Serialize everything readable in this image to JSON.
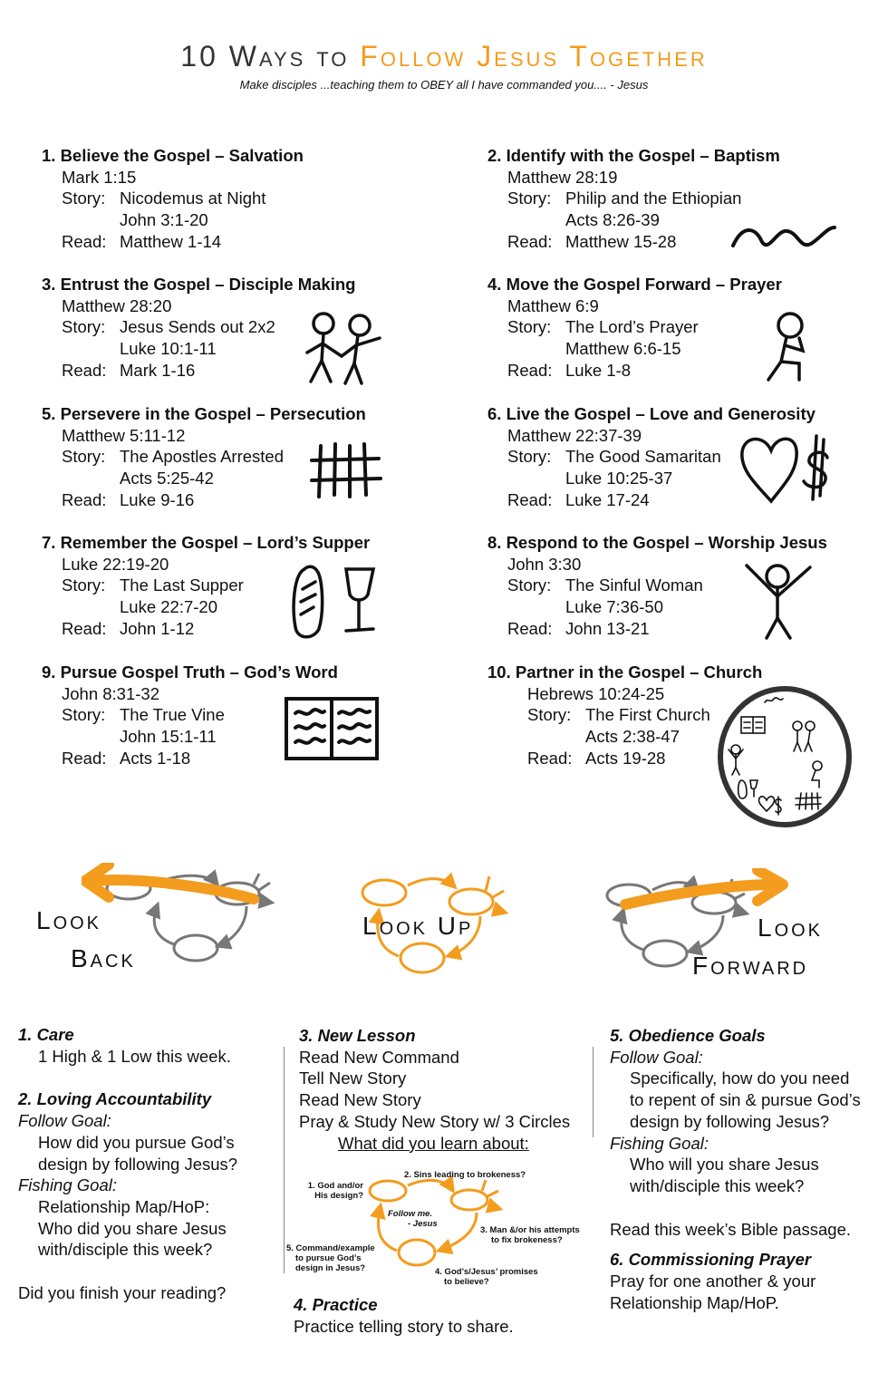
{
  "header": {
    "title_part1": "10 Ways to",
    "title_part2": "Follow Jesus Together",
    "subtitle": "Make disciples ...teaching them to OBEY all I have commanded you.... - Jesus"
  },
  "ways": [
    {
      "heading": "1. Believe the Gospel – Salvation",
      "ref": "Mark 1:15",
      "story_label": "Story:",
      "story": "Nicodemus at Night",
      "story_ref": "John 3:1-20",
      "read_label": "Read:",
      "read": "Matthew 1-14",
      "icon": "wave-icon"
    },
    {
      "heading": "2. Identify with the Gospel – Baptism",
      "ref": "Matthew 28:19",
      "story_label": "Story:",
      "story": "Philip and the Ethiopian",
      "story_ref": "Acts 8:26-39",
      "read_label": "Read:",
      "read": "Matthew 15-28",
      "icon": "wave-icon"
    },
    {
      "heading": "3. Entrust the Gospel – Disciple Making",
      "ref": "Matthew 28:20",
      "story_label": "Story:",
      "story": "Jesus Sends out 2x2",
      "story_ref": "Luke 10:1-11",
      "read_label": "Read:",
      "read": "Mark 1-16",
      "icon": "two-people-icon"
    },
    {
      "heading": "4. Move the Gospel Forward – Prayer",
      "ref": "Matthew 6:9",
      "story_label": "Story:",
      "story": "The Lord’s Prayer",
      "story_ref": "Matthew 6:6-15",
      "read_label": "Read:",
      "read": "Luke 1-8",
      "icon": "kneeling-person-icon"
    },
    {
      "heading": "5. Persevere in the Gospel – Persecution",
      "ref": "Matthew 5:11-12",
      "story_label": "Story:",
      "story": "The Apostles Arrested",
      "story_ref": "Acts 5:25-42",
      "read_label": "Read:",
      "read": "Luke 9-16",
      "icon": "prison-bars-icon"
    },
    {
      "heading": "6. Live the Gospel – Love and Generosity",
      "ref": "Matthew 22:37-39",
      "story_label": "Story:",
      "story": "The Good Samaritan",
      "story_ref": "Luke 10:25-37",
      "read_label": "Read:",
      "read": "Luke 17-24",
      "icon": "heart-dollar-icon"
    },
    {
      "heading": "7. Remember the Gospel – Lord’s Supper",
      "ref": "Luke 22:19-20",
      "story_label": "Story:",
      "story": "The Last Supper",
      "story_ref": "Luke 22:7-20",
      "read_label": "Read:",
      "read": "John 1-12",
      "icon": "bread-cup-icon"
    },
    {
      "heading": "8. Respond to the Gospel – Worship Jesus",
      "ref": "John 3:30",
      "story_label": "Story:",
      "story": "The Sinful Woman",
      "story_ref": "Luke 7:36-50",
      "read_label": "Read:",
      "read": "John 13-21",
      "icon": "worship-person-icon"
    },
    {
      "heading": "9. Pursue Gospel Truth – God’s Word",
      "ref": "John 8:31-32",
      "story_label": "Story:",
      "story": "The True Vine",
      "story_ref": "John 15:1-11",
      "read_label": "Read:",
      "read": "Acts 1-18",
      "icon": "open-book-icon"
    },
    {
      "heading": "10. Partner in the Gospel – Church",
      "ref": "Hebrews 10:24-25",
      "story_label": "Story:",
      "story": "The First Church",
      "story_ref": "Acts 2:38-47",
      "read_label": "Read:",
      "read": "Acts 19-28",
      "icon": "church-circle-icon"
    }
  ],
  "looks": {
    "back": {
      "word1": "Look",
      "word2": "Back"
    },
    "up": {
      "word1": "Look Up"
    },
    "forward": {
      "word1": "Look",
      "word2": "Forward"
    }
  },
  "left_col": {
    "care_title": "1. Care",
    "care_text": "1 High & 1 Low this week.",
    "acc_title": "2. Loving Accountability",
    "follow_label": "Follow Goal:",
    "follow_text1": "How did you pursue God’s",
    "follow_text2": "design by following Jesus?",
    "fishing_label": "Fishing Goal:",
    "fishing_text1": "Relationship Map/HoP:",
    "fishing_text2": "Who did you share Jesus",
    "fishing_text3": "with/disciple this week?",
    "reading_q": "Did you finish your reading?"
  },
  "mid_col": {
    "lesson_title": "3. New Lesson",
    "l1": "Read New Command",
    "l2": "Tell New Story",
    "l3": "Read New Story",
    "l4": "Pray & Study New Story w/ 3 Circles",
    "learn": "What did you learn about:",
    "d1a": "1. God and/or",
    "d1b": "His design?",
    "d2": "2. Sins leading to brokeness?",
    "d3a": "3. Man &/or his attempts",
    "d3b": "to fix brokeness?",
    "d4a": "4. God’s/Jesus’ promises",
    "d4b": "to believe?",
    "d5a": "5. Command/example",
    "d5b": "to pursue God’s",
    "d5c": "design in Jesus?",
    "center1": "Follow me.",
    "center2": "- Jesus",
    "practice_title": "4. Practice",
    "practice_text": "Practice telling story to share."
  },
  "right_col": {
    "ob_title": "5. Obedience Goals",
    "follow_label": "Follow Goal:",
    "f1": "Specifically, how do you need",
    "f2": "to repent of sin & pursue God’s",
    "f3": "design by following Jesus?",
    "fishing_label": "Fishing Goal:",
    "g1": "Who will you share Jesus",
    "g2": "with/disciple this week?",
    "read_text": "Read this week’s Bible passage.",
    "comm_title": "6. Commissioning Prayer",
    "c1": "Pray for one another & your",
    "c2": "Relationship Map/HoP."
  },
  "colors": {
    "accent": "#f39c1e",
    "gray": "#777777",
    "dark": "#333333"
  }
}
